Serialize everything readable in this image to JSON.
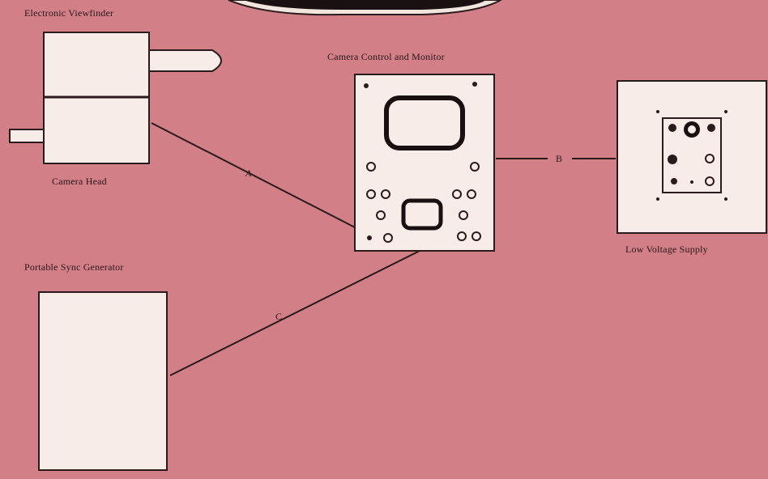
{
  "labels": {
    "viewfinder": "Electronic Viewfinder",
    "camera_head": "Camera Head",
    "camera_control": "Camera Control and Monitor",
    "low_voltage": "Low Voltage Supply",
    "sync_generator": "Portable Sync Generator"
  },
  "connections": {
    "a": "A",
    "b": "B",
    "c": "C"
  },
  "colors": {
    "background": "#d27f88",
    "panel": "#f7ece7",
    "ink": "#2b1a1b"
  }
}
